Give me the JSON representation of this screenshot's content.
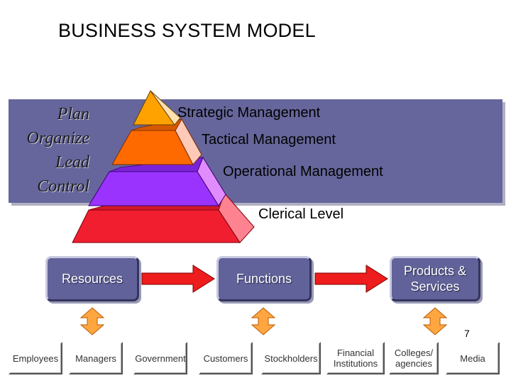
{
  "title": "BUSINESS SYSTEM MODEL",
  "functions_list": [
    "Plan",
    "Organize",
    "Lead",
    "Control"
  ],
  "pyramid_levels": [
    {
      "label": "Strategic Management",
      "color": "#ffa200"
    },
    {
      "label": "Tactical Management",
      "color": "#ff6a00"
    },
    {
      "label": "Operational Management",
      "color": "#9b33ff"
    },
    {
      "label": "Clerical Level",
      "color": "#f01e2e"
    }
  ],
  "flow": {
    "resources": "Resources",
    "functions": "Functions",
    "products": "Products & Services"
  },
  "page_number": "7",
  "stakeholders": [
    "Employees",
    "Managers",
    "Government",
    "Customers",
    "Stockholders",
    "Financial Institutions",
    "Colleges/ agencies",
    "Media"
  ],
  "colors": {
    "band": "#66669c",
    "box": "#62629a",
    "flow_arrow": "#ee1c1c",
    "double_arrow": "#ffa640"
  }
}
